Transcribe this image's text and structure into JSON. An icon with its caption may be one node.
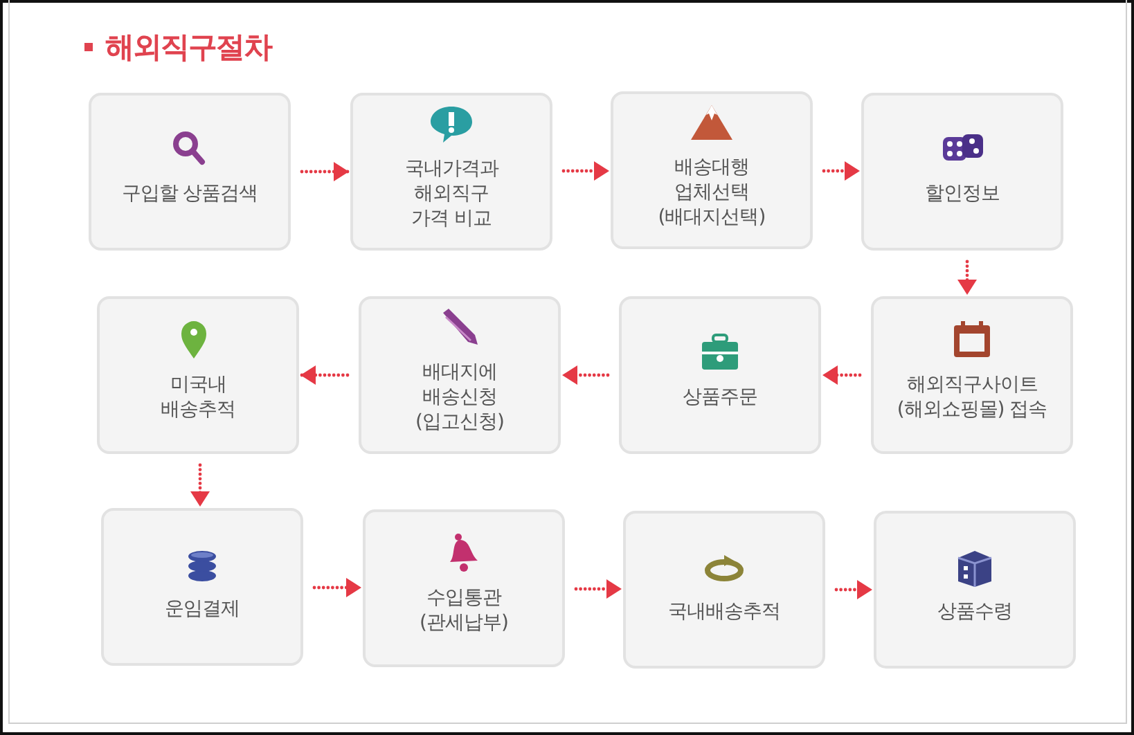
{
  "diagram": {
    "title": "해외직구절차",
    "nodes": [
      {
        "text": [
          "구입할 상품검색"
        ]
      },
      {
        "text": [
          "국내가격과 해외직구 가격 비교"
        ]
      },
      {
        "text": [
          "배송대행 업체선택 (배대지선택)"
        ]
      },
      {
        "text": [
          "할인정보"
        ]
      },
      {
        "text": [
          "미국내 배송추적"
        ]
      },
      {
        "text": [
          "배대지에 배송신청 (입고신청)"
        ]
      },
      {
        "text": [
          "상품주문"
        ]
      },
      {
        "text": [
          "해외직구사이트 (해외쇼핑몰) 접속"
        ]
      },
      {
        "text": [
          "운임결제"
        ]
      },
      {
        "text": [
          "수입통관 (관세납부)"
        ]
      },
      {
        "text": [
          "국내배송추적"
        ]
      },
      {
        "text": [
          "상품수령"
        ]
      }
    ],
    "edges": [
      {
        "from": 0,
        "to": 1,
        "arrow": "to"
      },
      {
        "from": 1,
        "to": 2,
        "arrow": "to"
      },
      {
        "from": 2,
        "to": 3,
        "arrow": "to"
      },
      {
        "from": 3,
        "to": 7,
        "arrow": "to"
      },
      {
        "from": 7,
        "to": 6,
        "arrow": "to"
      },
      {
        "from": 6,
        "to": 5,
        "arrow": "to"
      },
      {
        "from": 5,
        "to": 4,
        "arrow": "to"
      },
      {
        "from": 4,
        "to": 8,
        "arrow": "to"
      },
      {
        "from": 8,
        "to": 9,
        "arrow": "to"
      },
      {
        "from": 9,
        "to": 10,
        "arrow": "to"
      },
      {
        "from": 10,
        "to": 11,
        "arrow": "to"
      }
    ]
  }
}
